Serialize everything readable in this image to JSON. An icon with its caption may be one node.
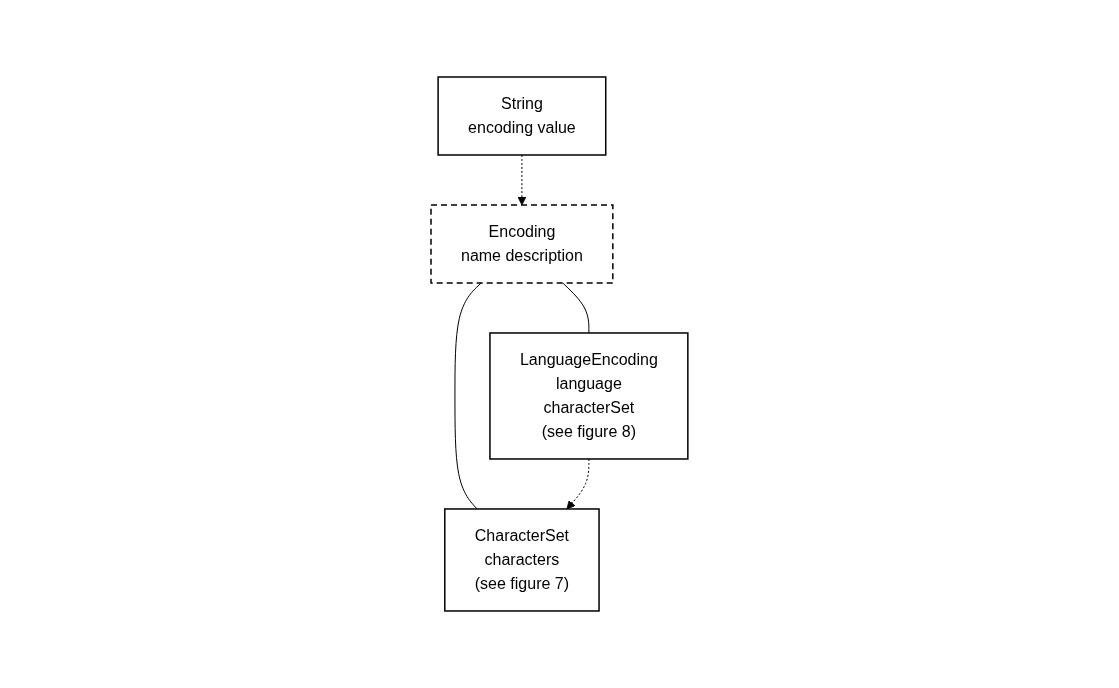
{
  "diagram": {
    "nodes": [
      {
        "text": [
          "String",
          "encoding value"
        ]
      },
      {
        "text": [
          "Encoding",
          "name description"
        ]
      },
      {
        "text": [
          "LanguageEncoding",
          "language",
          "characterSet",
          "(see figure 8)"
        ]
      },
      {
        "text": [
          "CharacterSet",
          "characters",
          "(see figure 7)"
        ]
      }
    ],
    "edges": [
      {
        "from": 0,
        "to": 1,
        "arrow": "to",
        "style": "dashed"
      },
      {
        "from": 1,
        "to": 2,
        "arrow": "none"
      },
      {
        "from": 1,
        "to": 3,
        "arrow": "none"
      },
      {
        "from": 2,
        "to": 3,
        "arrow": "to",
        "style": "dashed"
      }
    ]
  }
}
